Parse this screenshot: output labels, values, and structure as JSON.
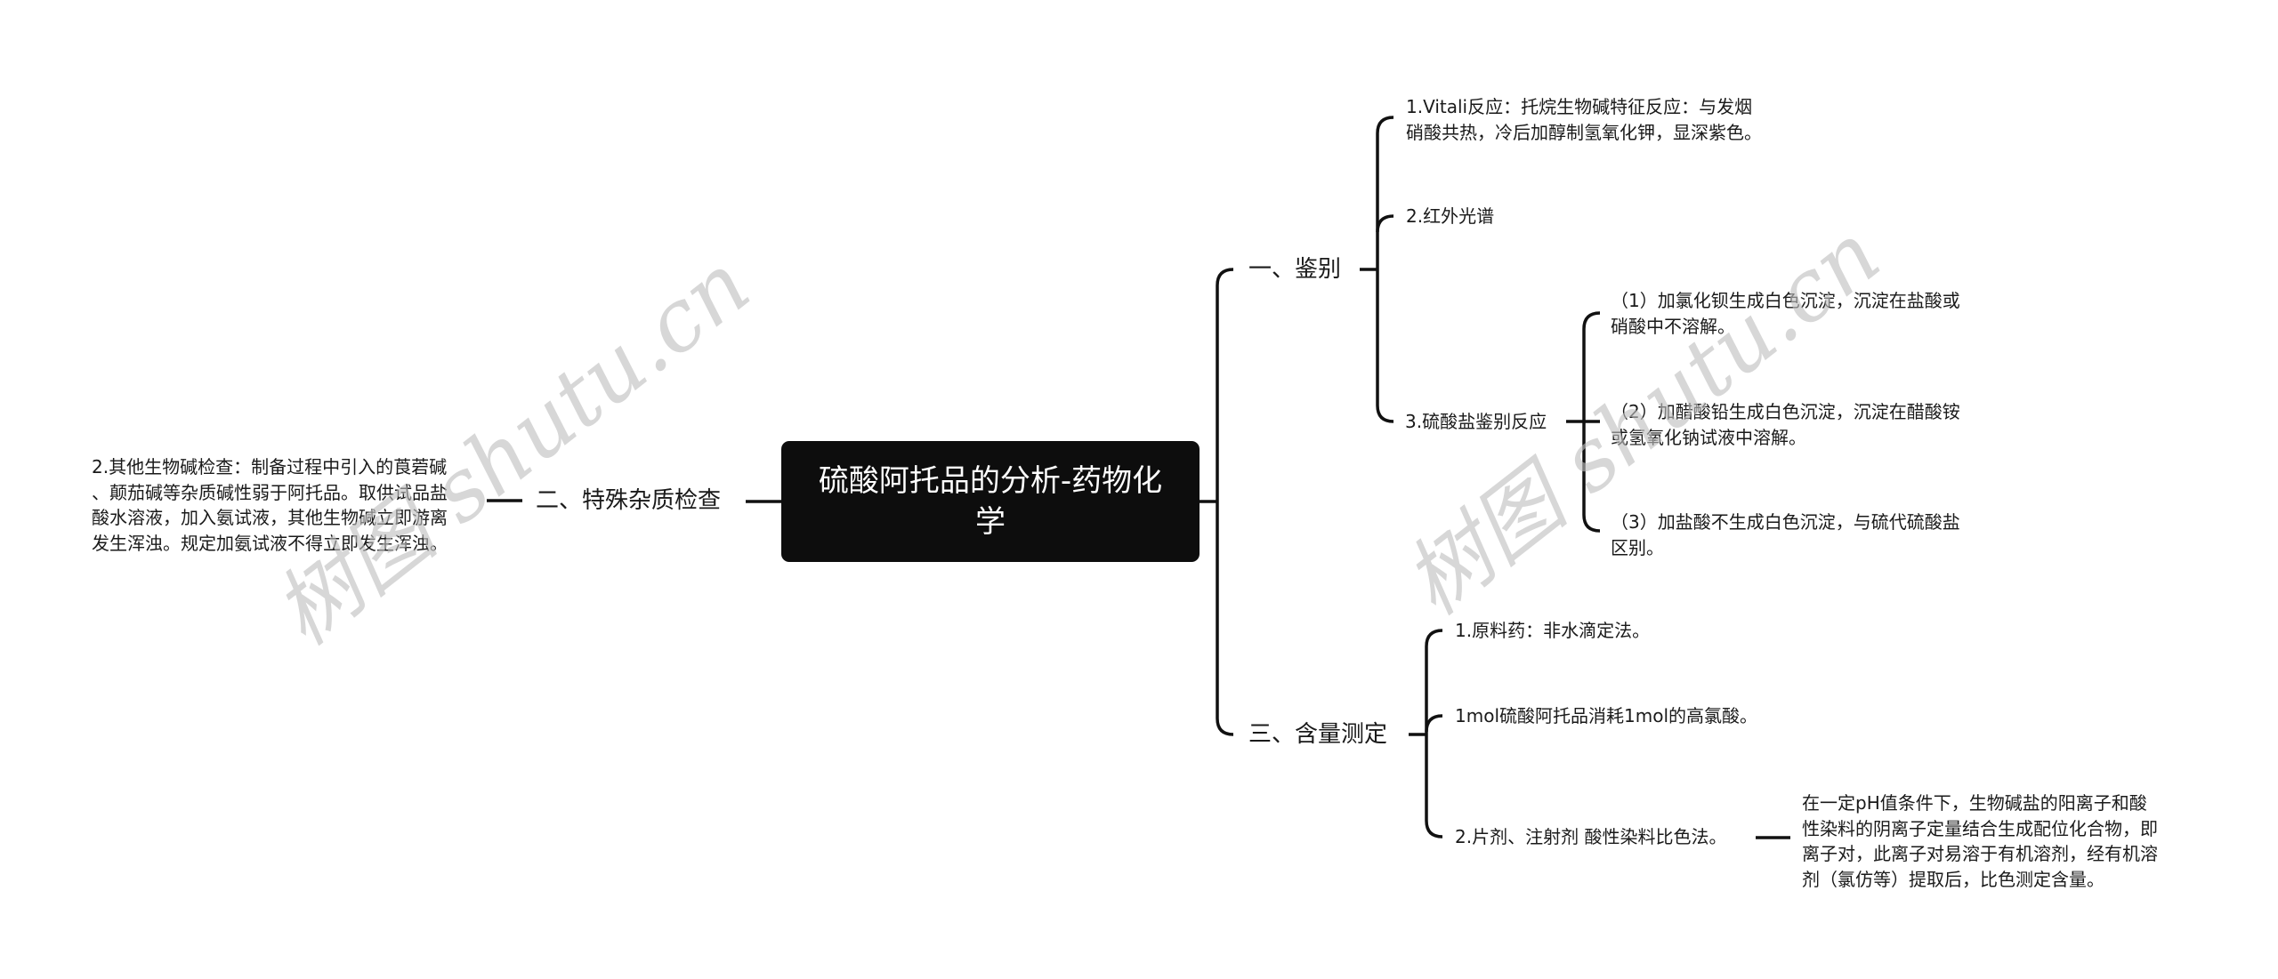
{
  "root": {
    "title_line1": "硫酸阿托品的分析-药物化",
    "title_line2": "学",
    "bg_color": "#0d0d0d",
    "text_color": "#ffffff"
  },
  "left": {
    "branch_label": "二、特殊杂质检查",
    "leaf_lines": [
      "2.其他生物碱检查：制备过程中引入的莨菪碱",
      "、颠茄碱等杂质碱性弱于阿托品。取供试品盐",
      "酸水溶液，加入氨试液，其他生物碱立即游离",
      "发生浑浊。规定加氨试液不得立即发生浑浊。"
    ]
  },
  "right": {
    "identification": {
      "label": "一、鉴别",
      "items": [
        {
          "lines": [
            "1.Vitali反应：托烷生物碱特征反应：与发烟",
            "硝酸共热，冷后加醇制氢氧化钾，显深紫色。"
          ]
        },
        {
          "lines": [
            "2.红外光谱"
          ]
        },
        {
          "lines": [
            "3.硫酸盐鉴别反应"
          ],
          "children": [
            {
              "lines": [
                "（1）加氯化钡生成白色沉淀，沉淀在盐酸或",
                "硝酸中不溶解。"
              ]
            },
            {
              "lines": [
                "（2）加醋酸铅生成白色沉淀，沉淀在醋酸铵",
                "或氢氧化钠试液中溶解。"
              ]
            },
            {
              "lines": [
                "（3）加盐酸不生成白色沉淀，与硫代硫酸盐",
                "区别。"
              ]
            }
          ]
        }
      ]
    },
    "assay": {
      "label": "三、含量测定",
      "items": [
        {
          "lines": [
            "1.原料药：非水滴定法。"
          ]
        },
        {
          "lines": [
            "1mol硫酸阿托品消耗1mol的高氯酸。"
          ]
        },
        {
          "lines": [
            "2.片剂、注射剂 酸性染料比色法。"
          ],
          "children": [
            {
              "lines": [
                "在一定pH值条件下，生物碱盐的阳离子和酸",
                "性染料的阴离子定量结合生成配位化合物，即",
                "离子对，此离子对易溶于有机溶剂，经有机溶",
                "剂（氯仿等）提取后，比色测定含量。"
              ]
            }
          ]
        }
      ]
    }
  },
  "watermarks": [
    {
      "text": "树图 shutu.cn"
    },
    {
      "text": "树图 shutu.cn"
    }
  ],
  "colors": {
    "line": "#111111",
    "watermark": "#c8c8c8"
  }
}
